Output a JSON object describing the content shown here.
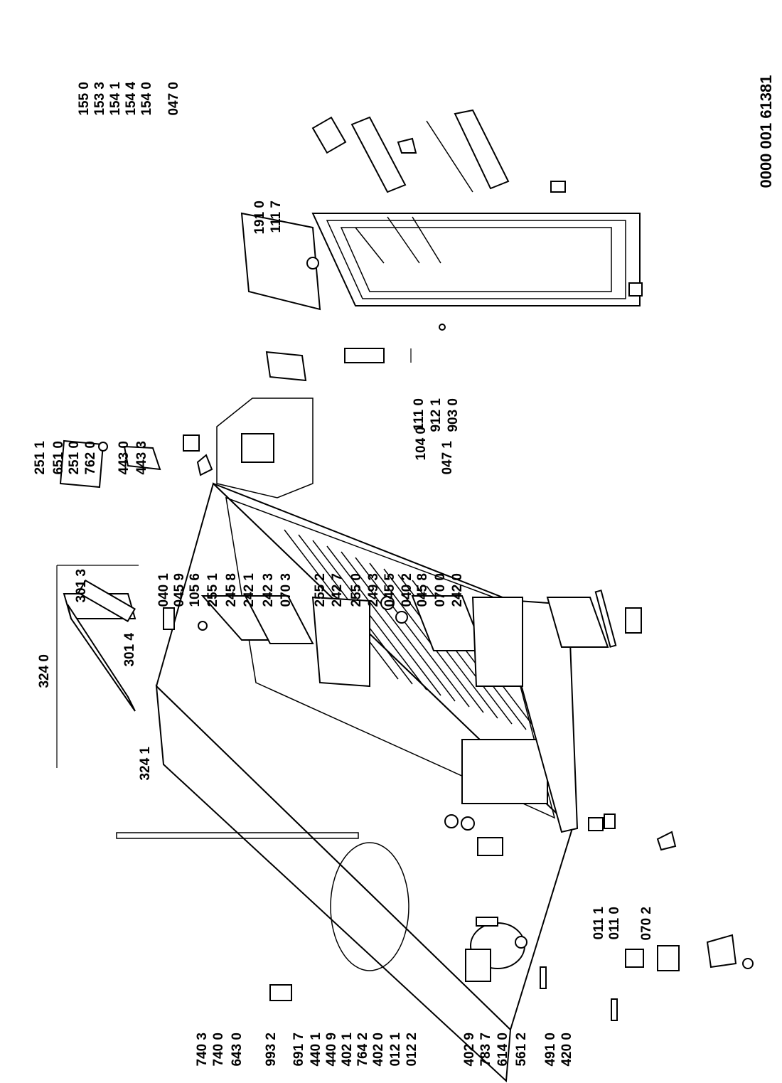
{
  "document_code": "0000 001 61381",
  "labels": {
    "left_column": [
      "740 3",
      "740 0",
      "643 0",
      "993 2",
      "691 7",
      "440 1",
      "440 9",
      "402 1",
      "764 2",
      "402 0",
      "012 1",
      "012 2",
      "402 9",
      "783 7",
      "614 0",
      "561 2",
      "491 0",
      "420 0"
    ],
    "middle_bottom": [
      "011 1",
      "011 0",
      "070 2"
    ],
    "top_group": [
      "324 0",
      "301 4",
      "301 3",
      "324 1"
    ],
    "shelf_group": [
      "040 1",
      "045 9",
      "105 6",
      "255 1",
      "245 8",
      "242 1",
      "242 3",
      "070 3",
      "255 2",
      "242 7",
      "255 0",
      "249 3",
      "045 5",
      "040 2",
      "045 8",
      "070 0",
      "242 0"
    ],
    "freezer_group": [
      "251 1",
      "651 0",
      "251 0",
      "762 0",
      "443 0",
      "443 3"
    ],
    "hinge_group": [
      "111 0",
      "912 1",
      "903 0"
    ],
    "door_group": [
      "191 0",
      "111 7",
      "104 0",
      "047 1"
    ],
    "door_bins": [
      "155 0",
      "153 3",
      "154 1",
      "154 4",
      "154 0",
      "047 0"
    ]
  }
}
